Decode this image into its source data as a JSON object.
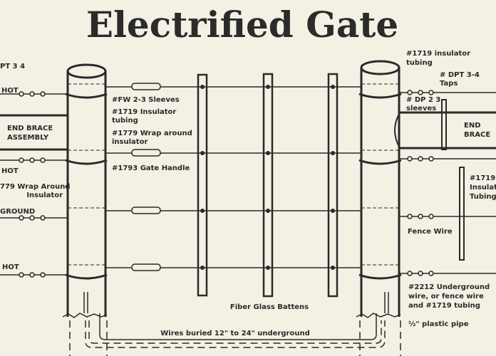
{
  "title": "Electrified Gate",
  "left_labels": {
    "dpt": "PT 3 4",
    "hot1": "HOT",
    "brace1": "END BRACE",
    "brace2": "ASSEMBLY",
    "hot2": "HOT",
    "wrap1": "779 Wrap Around",
    "wrap2": "Insulator",
    "ground": "GROUND",
    "hot3": "HOT"
  },
  "center_labels": {
    "fw": "#FW 2-3 Sleeves",
    "tubing1": "#1719 Insulator",
    "tubing2": "tubing",
    "wrap1": "#1779 Wrap around",
    "wrap2": "insulator",
    "handle": "#1793 Gate Handle",
    "battens": "Fiber Glass Battens",
    "buried": "Wires buried 12\" to 24\" underground"
  },
  "right_labels": {
    "tubing_top1": "#1719 insulator",
    "tubing_top2": "tubing",
    "taps1": "# DPT 3-4",
    "taps2": "Taps",
    "sleeves1": "# DP 2 3",
    "sleeves2": "sleeves",
    "brace1": "END",
    "brace2": "BRACE",
    "tubing1": "#1719",
    "tubing2": "Insulator",
    "tubing3": "Tubing",
    "fence_wire": "Fence Wire",
    "underground1": "#2212 Underground",
    "underground2": "wire, or fence wire",
    "underground3": "and #1719 tubing",
    "pipe": "½\" plastic pipe"
  }
}
